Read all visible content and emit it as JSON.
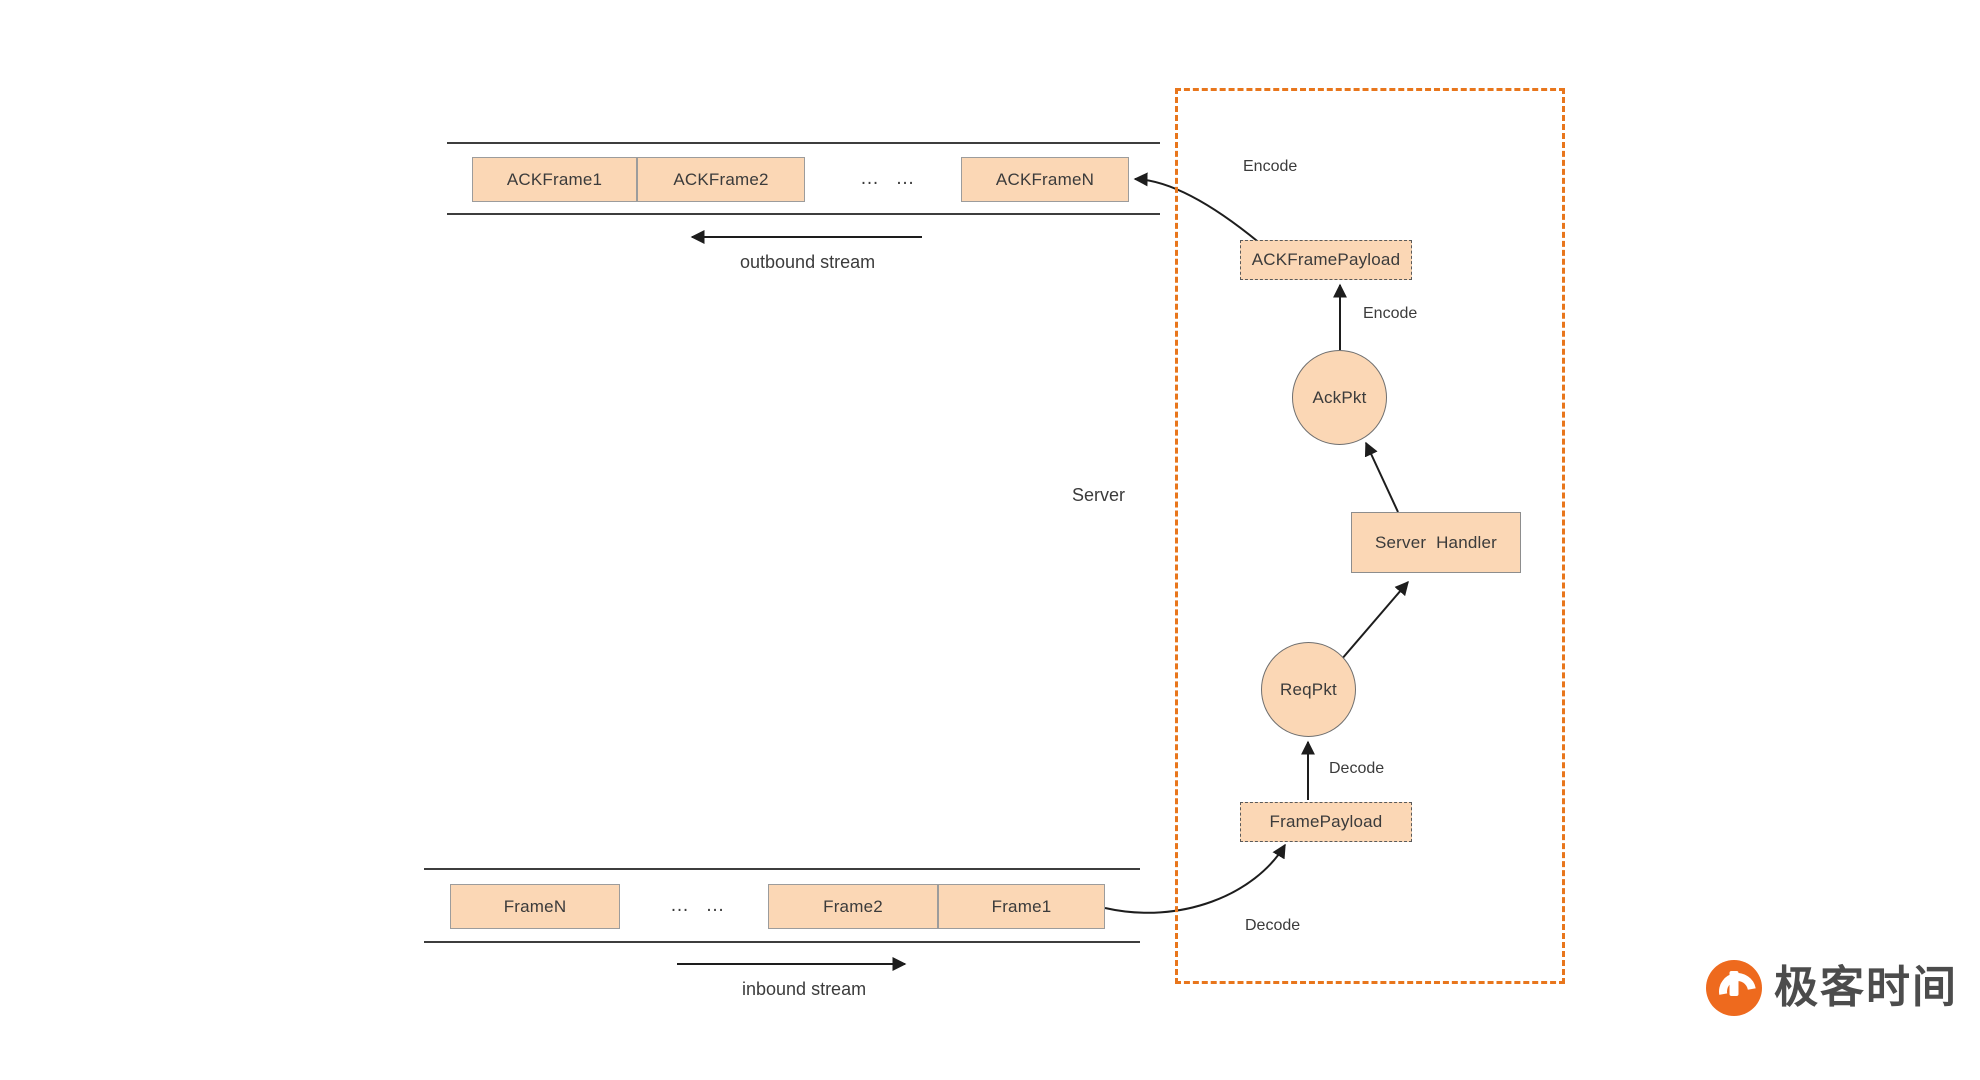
{
  "diagram": {
    "title": "Server frame encode/decode pipeline",
    "colors": {
      "node_fill": "#fbd7b5",
      "node_stroke": "#8d8d8d",
      "zone_stroke": "#e8761c",
      "rail": "#3d3d3d",
      "text": "#3b3b3b"
    },
    "server_zone_label": "Server",
    "outbound": {
      "stream_label": "outbound stream",
      "direction": "left",
      "frames": [
        "ACKFrame1",
        "ACKFrame2",
        "ACKFrameN"
      ],
      "ellipsis": "…  …"
    },
    "inbound": {
      "stream_label": "inbound stream",
      "direction": "right",
      "frames": [
        "FrameN",
        "Frame2",
        "Frame1"
      ],
      "ellipsis": "…  …"
    },
    "nodes": {
      "ack_frame_payload": "ACKFramePayload",
      "ack_pkt": "AckPkt",
      "server_handler": "Server  Handler",
      "req_pkt": "ReqPkt",
      "frame_payload": "FramePayload"
    },
    "edges": {
      "encode_out": "Encode",
      "encode_pkt": "Encode",
      "decode_pkt": "Decode",
      "decode_in": "Decode"
    }
  },
  "watermark": {
    "text": "极客时间",
    "icon": "geektime-logo-icon"
  }
}
